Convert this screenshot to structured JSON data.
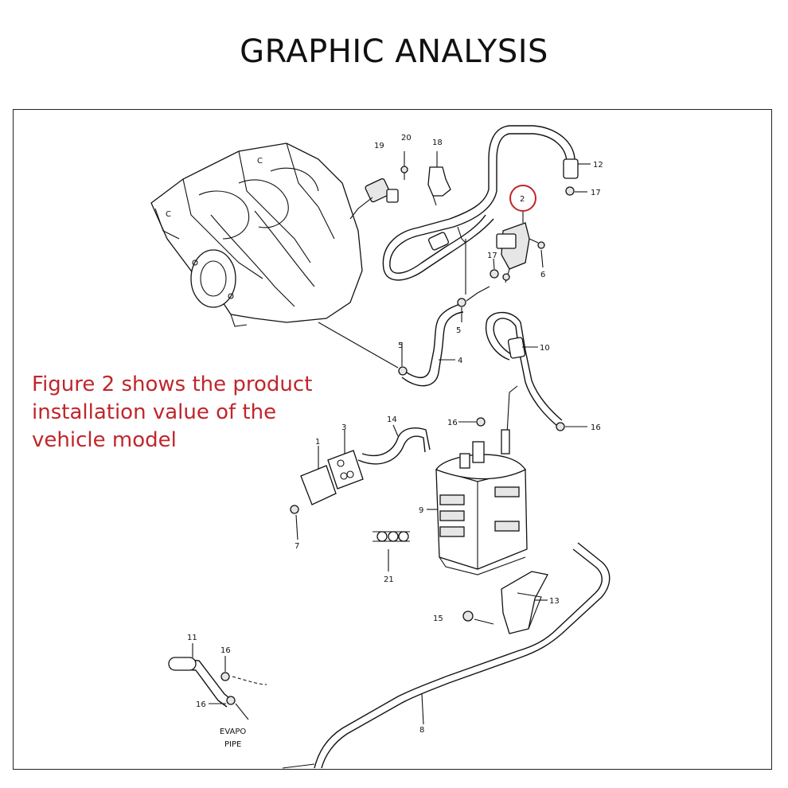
{
  "header": {
    "title": "GRAPHIC ANALYSIS"
  },
  "caption": {
    "lines": [
      "Figure 2 shows the product",
      "installation value of the",
      "vehicle model"
    ],
    "color": "#c0262b"
  },
  "highlight": {
    "color": "#c0262b",
    "part": "2"
  },
  "diagram": {
    "labels": {
      "p1": "1",
      "p2": "2",
      "p3": "3",
      "p4": "4",
      "p5a": "5",
      "p5b": "5",
      "p6": "6",
      "p7": "7",
      "p8": "8",
      "p9": "9",
      "p10": "10",
      "p11": "11",
      "p12": "12",
      "p13": "13",
      "p14": "14",
      "p15": "15",
      "p16a": "16",
      "p16b": "16",
      "p16c": "16",
      "p16d": "16",
      "p17a": "17",
      "p17b": "17",
      "p18": "18",
      "p19": "19",
      "p20": "20",
      "p21": "21"
    },
    "evapo_line1": "EVAPO",
    "evapo_line2": "PIPE"
  }
}
